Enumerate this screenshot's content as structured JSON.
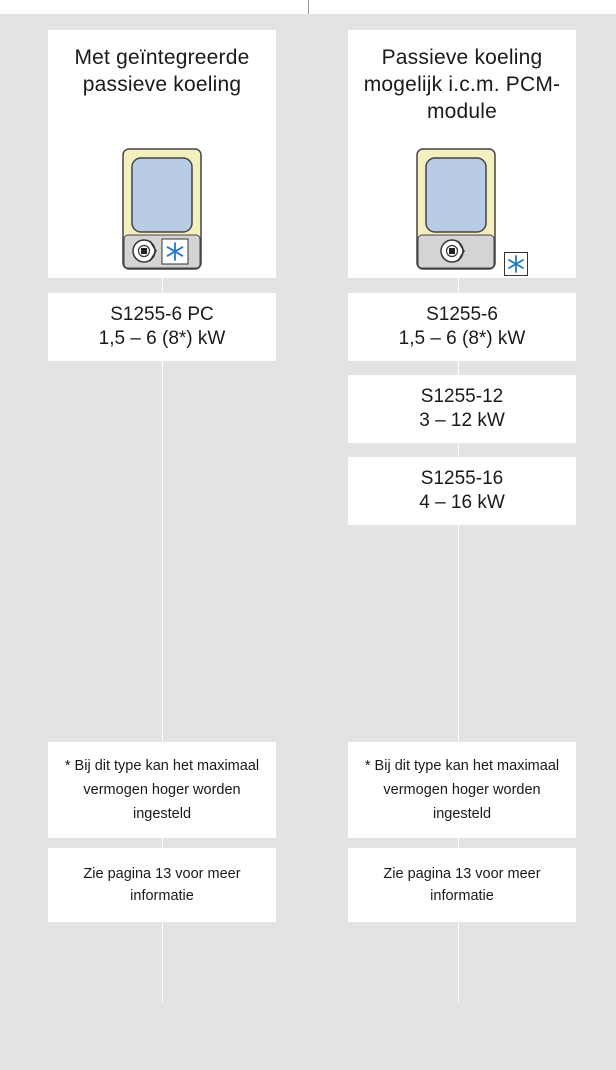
{
  "left": {
    "title": "Met geïntegreerde passieve koeling",
    "model": {
      "name": "S1255-6 PC",
      "power": "1,5 – 6 (8*) kW"
    },
    "note": "* Bij dit type kan het maximaal vermogen hoger worden ingesteld",
    "more_info": "Zie pagina 13 voor meer informatie"
  },
  "right": {
    "title": "Passieve koeling mogelijk i.c.m. PCM-module",
    "models": [
      {
        "name": "S1255-6",
        "power": "1,5 – 6 (8*) kW"
      },
      {
        "name": "S1255-12",
        "power": "3 – 12 kW"
      },
      {
        "name": "S1255-16",
        "power": "4 – 16 kW"
      }
    ],
    "note": "* Bij dit type kan het maximaal vermogen hoger worden ingesteld",
    "more_info": "Zie pagina 13 voor meer informatie"
  },
  "icons": [
    "heat-pump-icon",
    "motor-icon",
    "snowflake-icon"
  ],
  "colors": {
    "panel_bg": "#e3e3e3",
    "box_bg": "#ffffff",
    "device_body": "#f3efbf",
    "device_screen": "#b9cce6",
    "snowflake": "#1f78c8"
  }
}
